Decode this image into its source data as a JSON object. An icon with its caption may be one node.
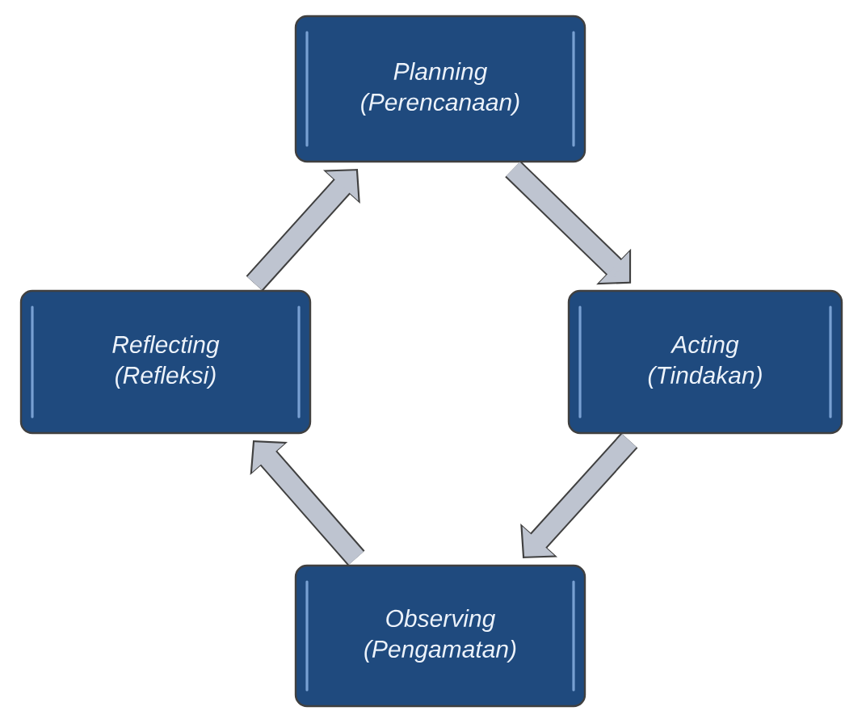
{
  "diagram": {
    "nodes": [
      {
        "text": [
          "Planning",
          "(Perencanaan)"
        ]
      },
      {
        "text": [
          "Acting",
          "(Tindakan)"
        ]
      },
      {
        "text": [
          "Observing",
          "(Pengamatan)"
        ]
      },
      {
        "text": [
          "Reflecting",
          "(Refleksi)"
        ]
      }
    ],
    "edges": [
      {
        "from": 0,
        "to": 1,
        "arrow": "to"
      },
      {
        "from": 1,
        "to": 2,
        "arrow": "to"
      },
      {
        "from": 2,
        "to": 3,
        "arrow": "to"
      },
      {
        "from": 3,
        "to": 0,
        "arrow": "to"
      }
    ]
  }
}
